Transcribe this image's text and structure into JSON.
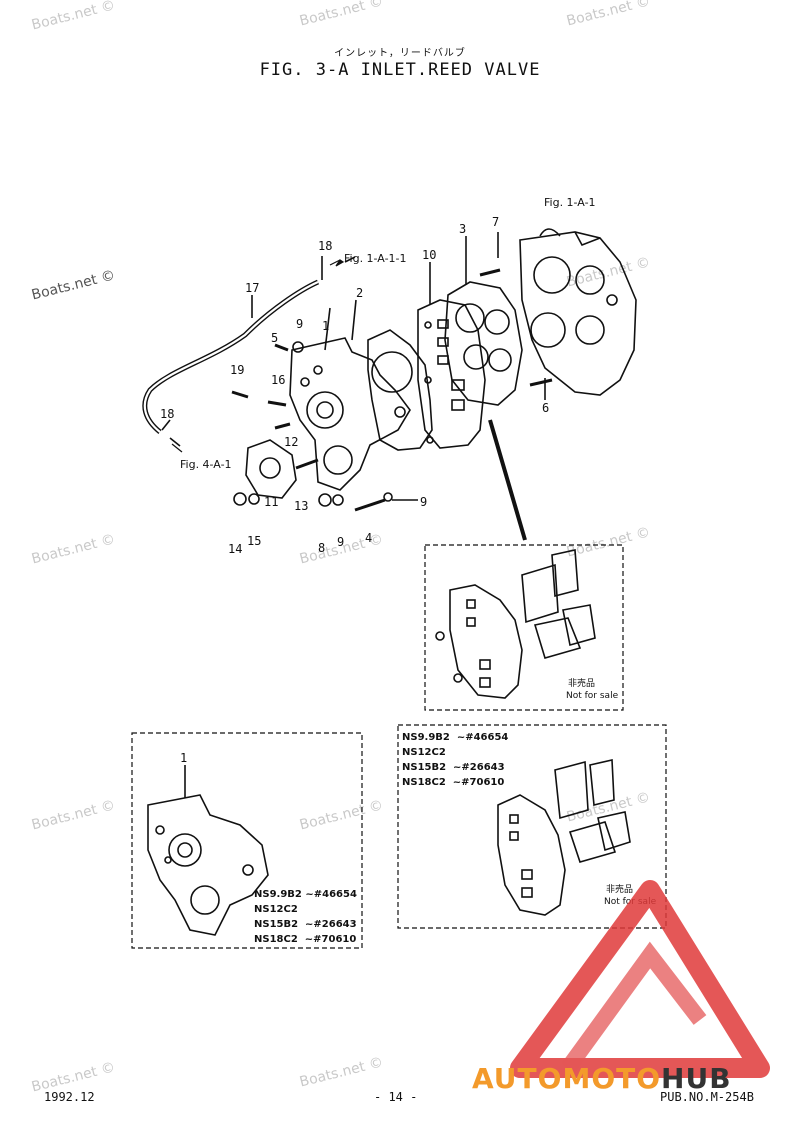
{
  "header": {
    "title_jp": "インレット，リードバルブ",
    "title": "FIG.  3-A INLET.REED VALVE"
  },
  "references": {
    "fig_1a1_top": "Fig. 1-A-1",
    "fig_1a11": "Fig. 1-A-1-1",
    "fig_4a1": "Fig. 4-A-1"
  },
  "parts": [
    "1",
    "2",
    "3",
    "4",
    "5",
    "6",
    "7",
    "8",
    "9",
    "9",
    "9",
    "10",
    "11",
    "12",
    "13",
    "14",
    "15",
    "16",
    "17",
    "18",
    "18",
    "19"
  ],
  "not_for_sale": {
    "jp": "非売品",
    "en": "Not for sale"
  },
  "variants_left": [
    {
      "model": "NS9.9B2",
      "serial": "~#46654"
    },
    {
      "model": "NS12C2",
      "serial": ""
    },
    {
      "model": "NS15B2",
      "serial": "~#26643"
    },
    {
      "model": "NS18C2",
      "serial": "~#70610"
    }
  ],
  "variants_right": [
    {
      "model": "NS9.9B2",
      "serial": "~#46654"
    },
    {
      "model": "NS12C2",
      "serial": ""
    },
    {
      "model": "NS15B2",
      "serial": "~#26643"
    },
    {
      "model": "NS18C2",
      "serial": "~#70610"
    }
  ],
  "watermark": "Boats.net ©",
  "footer": {
    "date": "1992.12",
    "page": "- 14 -",
    "pub": "PUB.NO.M-254B"
  },
  "brand": {
    "part1": "AUTO",
    "part2": "MOTO",
    "part3": "HUB",
    "colors": {
      "red": "#e03a3a",
      "orange": "#f39a2b",
      "dark": "#333333"
    }
  }
}
